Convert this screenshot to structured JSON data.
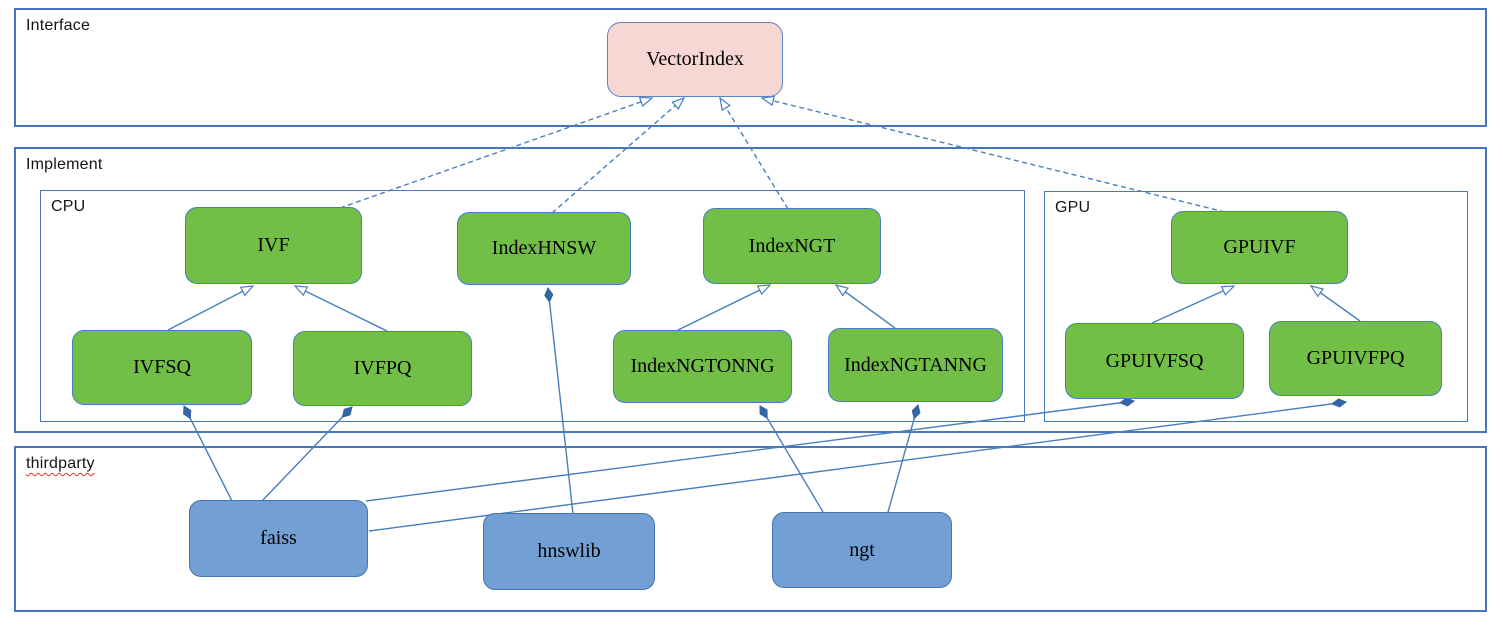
{
  "diagram": {
    "containers": {
      "interface": {
        "label": "Interface"
      },
      "implement": {
        "label": "Implement"
      },
      "cpu": {
        "label": "CPU"
      },
      "gpu": {
        "label": "GPU"
      },
      "thirdparty": {
        "label": "thirdparty"
      }
    },
    "nodes": {
      "vectorindex": {
        "label": "VectorIndex",
        "kind": "interface"
      },
      "ivf": {
        "label": "IVF",
        "kind": "cpu-implementation"
      },
      "indexhnsw": {
        "label": "IndexHNSW",
        "kind": "cpu-implementation"
      },
      "indexngt": {
        "label": "IndexNGT",
        "kind": "cpu-implementation"
      },
      "ivfsq": {
        "label": "IVFSQ",
        "kind": "cpu-implementation"
      },
      "ivfpq": {
        "label": "IVFPQ",
        "kind": "cpu-implementation"
      },
      "indexngtonng": {
        "label": "IndexNGTONNG",
        "kind": "cpu-implementation"
      },
      "indexngtanng": {
        "label": "IndexNGTANNG",
        "kind": "cpu-implementation"
      },
      "gpuivf": {
        "label": "GPUIVF",
        "kind": "gpu-implementation"
      },
      "gpuivfsq": {
        "label": "GPUIVFSQ",
        "kind": "gpu-implementation"
      },
      "gpuivfpq": {
        "label": "GPUIVFPQ",
        "kind": "gpu-implementation"
      },
      "faiss": {
        "label": "faiss",
        "kind": "thirdparty-library"
      },
      "hnswlib": {
        "label": "hnswlib",
        "kind": "thirdparty-library"
      },
      "ngt": {
        "label": "ngt",
        "kind": "thirdparty-library"
      }
    },
    "edges": [
      {
        "from": "IVF",
        "to": "VectorIndex",
        "type": "realization-dashed-hollow-arrow"
      },
      {
        "from": "IndexHNSW",
        "to": "VectorIndex",
        "type": "realization-dashed-hollow-arrow"
      },
      {
        "from": "IndexNGT",
        "to": "VectorIndex",
        "type": "realization-dashed-hollow-arrow"
      },
      {
        "from": "GPUIVF",
        "to": "VectorIndex",
        "type": "realization-dashed-hollow-arrow"
      },
      {
        "from": "IVFSQ",
        "to": "IVF",
        "type": "generalization-hollow-arrow"
      },
      {
        "from": "IVFPQ",
        "to": "IVF",
        "type": "generalization-hollow-arrow"
      },
      {
        "from": "IndexNGTONNG",
        "to": "IndexNGT",
        "type": "generalization-hollow-arrow"
      },
      {
        "from": "IndexNGTANNG",
        "to": "IndexNGT",
        "type": "generalization-hollow-arrow"
      },
      {
        "from": "GPUIVFSQ",
        "to": "GPUIVF",
        "type": "generalization-hollow-arrow"
      },
      {
        "from": "GPUIVFPQ",
        "to": "GPUIVF",
        "type": "generalization-hollow-arrow"
      },
      {
        "from": "faiss",
        "to": "IVFSQ",
        "type": "composition-filled-diamond"
      },
      {
        "from": "faiss",
        "to": "IVFPQ",
        "type": "composition-filled-diamond"
      },
      {
        "from": "faiss",
        "to": "GPUIVFSQ",
        "type": "composition-filled-diamond"
      },
      {
        "from": "faiss",
        "to": "GPUIVFPQ",
        "type": "composition-filled-diamond"
      },
      {
        "from": "hnswlib",
        "to": "IndexHNSW",
        "type": "composition-filled-diamond"
      },
      {
        "from": "ngt",
        "to": "IndexNGTONNG",
        "type": "composition-filled-diamond"
      },
      {
        "from": "ngt",
        "to": "IndexNGTANNG",
        "type": "composition-filled-diamond"
      }
    ],
    "colors": {
      "interface_node_fill": "#f7d7d3",
      "implementation_node_fill": "#72bf47",
      "thirdparty_node_fill": "#729fd4",
      "connector_line": "#4a7ebd",
      "composition_diamond": "#3465a4",
      "container_border": "#4777bb",
      "spellcheck_underline": "#e03131"
    }
  }
}
